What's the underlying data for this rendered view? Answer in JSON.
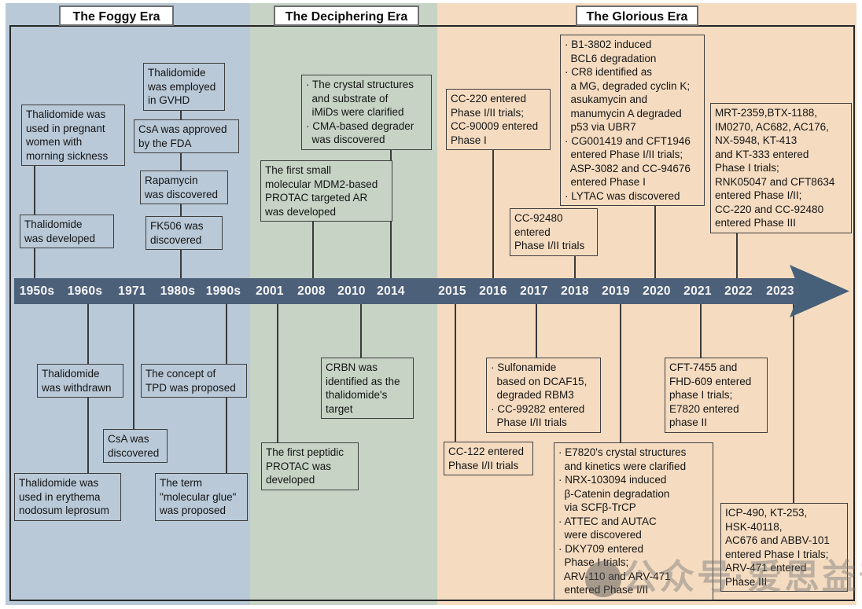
{
  "eras": [
    {
      "label": "The Foggy Era",
      "bg_color": "#b9c9d8"
    },
    {
      "label": "The Deciphering Era",
      "bg_color": "#c6d3c5"
    },
    {
      "label": "The Glorious Era",
      "bg_color": "#f5dcc1"
    }
  ],
  "timeline": {
    "years": [
      "1950s",
      "1960s",
      "1971",
      "1980s",
      "1990s",
      "2001",
      "2008",
      "2010",
      "2014",
      "2015",
      "2016",
      "2017",
      "2018",
      "2019",
      "2020",
      "2021",
      "2022",
      "2023"
    ],
    "direction": "right"
  },
  "icons": {
    "timeline_arrow": "right-arrow"
  },
  "colors": {
    "foggy_bg": "#b9c9d8",
    "deciphering_bg": "#c6d3c5",
    "glorious_bg": "#f5dcc1",
    "timeline_bar": "#4d6079",
    "box_border": "#3e3e3e",
    "text": "#141414"
  },
  "events": {
    "pregnant_women": {
      "era": "foggy",
      "position": "above",
      "year": "1950s",
      "text": "Thalidomide was\nused in pregnant\nwomen with\nmorning sickness"
    },
    "developed": {
      "era": "foggy",
      "position": "above",
      "year": "1950s",
      "text": "Thalidomide\nwas developed"
    },
    "gvhd": {
      "era": "foggy",
      "position": "above",
      "year": "1980s",
      "text": "Thalidomide\nwas employed\nin GVHD"
    },
    "csa_fda": {
      "era": "foggy",
      "position": "above",
      "year": "1980s",
      "text": "CsA was approved\nby the FDA"
    },
    "rapamycin": {
      "era": "foggy",
      "position": "above",
      "year": "1980s",
      "text": "Rapamycin\nwas discovered"
    },
    "fk506": {
      "era": "foggy",
      "position": "above",
      "year": "1980s",
      "text": "FK506 was\ndiscovered"
    },
    "withdrawn": {
      "era": "foggy",
      "position": "below",
      "year": "1960s",
      "text": "Thalidomide\nwas withdrawn"
    },
    "enl": {
      "era": "foggy",
      "position": "below",
      "year": "1960s",
      "text": "Thalidomide was\nused in erythema\nnodosum leprosum"
    },
    "csa_discovered": {
      "era": "foggy",
      "position": "below",
      "year": "1971",
      "text": "CsA was\ndiscovered"
    },
    "tpd_concept": {
      "era": "foggy",
      "position": "below",
      "year": "1990s",
      "text": "The concept of\nTPD was proposed"
    },
    "molecular_glue": {
      "era": "foggy",
      "position": "below",
      "year": "1990s",
      "text": "The term\n\"molecular glue\"\nwas proposed"
    },
    "imids_crystal": {
      "era": "deciphering",
      "position": "above",
      "year": "2014",
      "text": "· The crystal structures\n  and substrate of\n  iMiDs were clarified\n· CMA-based degrader\n  was discovered"
    },
    "mdm2_protac": {
      "era": "deciphering",
      "position": "above",
      "year": "2008",
      "text": "The first small\nmolecular MDM2-based\nPROTAC targeted AR\nwas developed"
    },
    "crbn_target": {
      "era": "deciphering",
      "position": "below",
      "year": "2010",
      "text": "CRBN was\nidentified as the\nthalidomide's\ntarget"
    },
    "peptidic_protac": {
      "era": "deciphering",
      "position": "below",
      "year": "2001",
      "text": "The first peptidic\nPROTAC was\ndeveloped"
    },
    "cc220_entry": {
      "era": "glorious",
      "position": "above",
      "year": "2016",
      "text": "CC-220 entered\nPhase I/II trials;\nCC-90009 entered\nPhase I"
    },
    "cc92480_entry": {
      "era": "glorious",
      "position": "above",
      "year": "2018",
      "text": "CC-92480\nentered\nPhase I/II trials"
    },
    "b13802_group": {
      "era": "glorious",
      "position": "above",
      "year": "2020",
      "text": "· B1-3802 induced\n  BCL6 degradation\n· CR8 identified as\n  a MG, degraded cyclin K;\n  asukamycin and\n  manumycin A degraded\n  p53 via UBR7\n· CG001419 and CFT1946\n  entered Phase I/II trials;\n  ASP-3082 and CC-94676\n  entered Phase I\n· LYTAC was discovered"
    },
    "mrt2359_group": {
      "era": "glorious",
      "position": "above",
      "year": "2022",
      "text": "MRT-2359,BTX-1188,\nIM0270, AC682, AC176,\nNX-5948, KT-413\nand KT-333 entered\nPhase I trials;\nRNK05047 and CFT8634\nentered Phase I/II;\nCC-220 and CC-92480\nentered Phase III"
    },
    "cc122_entry": {
      "era": "glorious",
      "position": "below",
      "year": "2015",
      "text": "CC-122 entered\nPhase I/II trials"
    },
    "sulfonamide": {
      "era": "glorious",
      "position": "below",
      "year": "2017",
      "text": "· Sulfonamide\n  based on DCAF15,\n  degraded RBM3\n· CC-99282 entered\n  Phase I/II trials"
    },
    "e7820_group": {
      "era": "glorious",
      "position": "below",
      "year": "2019",
      "text": "· E7820's crystal structures\n  and kinetics were clarified\n· NRX-103094 induced\n  β-Catenin degradation\n  via SCFβ-TrCP\n· ATTEC and AUTAC\n  were discovered\n· DKY709 entered\n  Phase I trials;\n  ARV-110 and ARV-471\n  entered Phase I/II"
    },
    "cft7455_group": {
      "era": "glorious",
      "position": "below",
      "year": "2021",
      "text": "CFT-7455 and\nFHD-609 entered\nphase I trials;\nE7820 entered\nphase II"
    },
    "icp490_group": {
      "era": "glorious",
      "position": "below",
      "year": "2023",
      "text": "ICP-490, KT-253,\nHSK-40118,\nAC676 and ABBV-101\nentered Phase I trials;\nARV-471 entered\nPhase III"
    }
  },
  "watermark": {
    "text": "公众号·爱思益普"
  }
}
